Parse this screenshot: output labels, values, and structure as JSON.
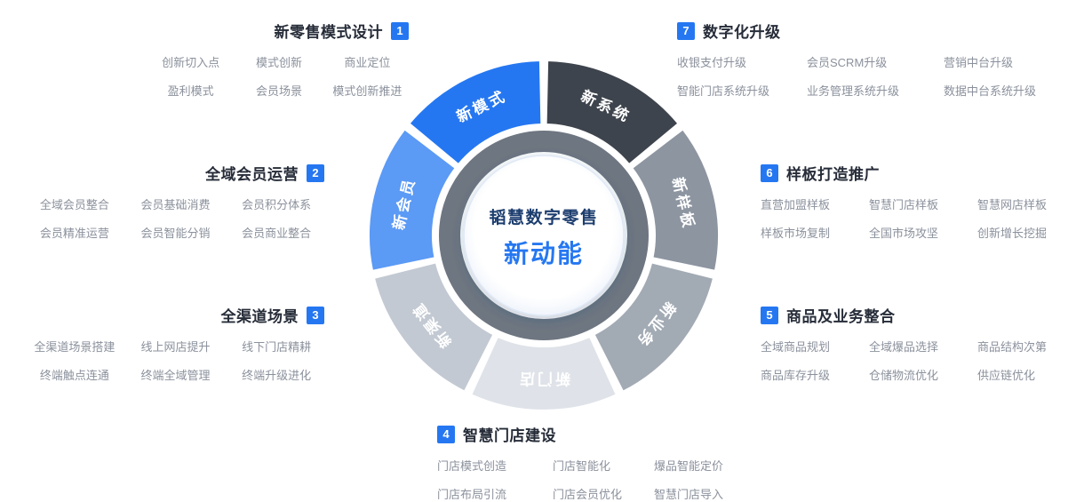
{
  "center": {
    "line1": "韬慧数字零售",
    "line2": "新动能"
  },
  "wheel": {
    "ring_color": "#6e7681",
    "segments": [
      {
        "label": "新系统",
        "color": "#3e444d",
        "text_color": "#ffffff"
      },
      {
        "label": "新样板",
        "color": "#8d95a1",
        "text_color": "#ffffff"
      },
      {
        "label": "新业务",
        "color": "#a2aab4",
        "text_color": "#ffffff"
      },
      {
        "label": "新门店",
        "color": "#dfe3e9",
        "text_color": "#ffffff"
      },
      {
        "label": "新渠道",
        "color": "#c2c9d2",
        "text_color": "#ffffff"
      },
      {
        "label": "新会员",
        "color": "#5b9af5",
        "text_color": "#ffffff"
      },
      {
        "label": "新模式",
        "color": "#2577f1",
        "text_color": "#ffffff"
      }
    ]
  },
  "sections": [
    {
      "num": "1",
      "title": "新零售模式设计",
      "items": [
        "创新切入点",
        "模式创新",
        "商业定位",
        "盈利模式",
        "会员场景",
        "模式创新推进"
      ]
    },
    {
      "num": "2",
      "title": "全域会员运营",
      "items": [
        "全域会员整合",
        "会员基础消费",
        "会员积分体系",
        "会员精准运营",
        "会员智能分销",
        "会员商业整合"
      ]
    },
    {
      "num": "3",
      "title": "全渠道场景",
      "items": [
        "全渠道场景搭建",
        "线上网店提升",
        "线下门店精耕",
        "终端触点连通",
        "终端全域管理",
        "终端升级进化"
      ]
    },
    {
      "num": "4",
      "title": "智慧门店建设",
      "items": [
        "门店模式创造",
        "门店智能化",
        "爆品智能定价",
        "门店布局引流",
        "门店会员优化",
        "智慧门店导入"
      ]
    },
    {
      "num": "5",
      "title": "商品及业务整合",
      "items": [
        "全域商品规划",
        "全域爆品选择",
        "商品结构次第",
        "商品库存升级",
        "仓储物流优化",
        "供应链优化"
      ]
    },
    {
      "num": "6",
      "title": "样板打造推广",
      "items": [
        "直营加盟样板",
        "智慧门店样板",
        "智慧网店样板",
        "样板市场复制",
        "全国市场攻坚",
        "创新增长挖掘"
      ]
    },
    {
      "num": "7",
      "title": "数字化升级",
      "items": [
        "收银支付升级",
        "会员SCRM升级",
        "营销中台升级",
        "智能门店系统升级",
        "业务管理系统升级",
        "数据中台系统升级"
      ]
    }
  ],
  "colors": {
    "accent": "#2577f1",
    "title_text": "#262c38",
    "item_text": "#8b919c",
    "center_title": "#1c3d6e",
    "ring": "#6e7681"
  }
}
